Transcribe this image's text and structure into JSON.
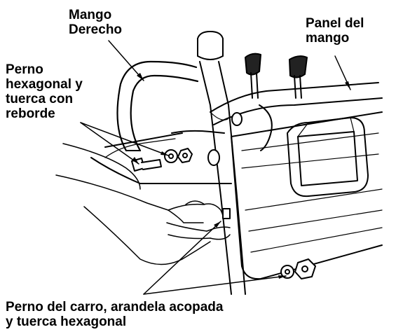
{
  "labels": {
    "right_handle": [
      "Mango",
      "Derecho"
    ],
    "handle_panel": [
      "Panel del",
      "mango"
    ],
    "hex_bolt": [
      "Perno",
      "hexagonal y",
      "tuerca con",
      "reborde"
    ],
    "carriage_bolt": [
      "Perno del carro, arandela acopada",
      "y tuerca hexagonal"
    ]
  },
  "colors": {
    "ink": "#000000",
    "background": "#ffffff",
    "shade": "#222222"
  }
}
